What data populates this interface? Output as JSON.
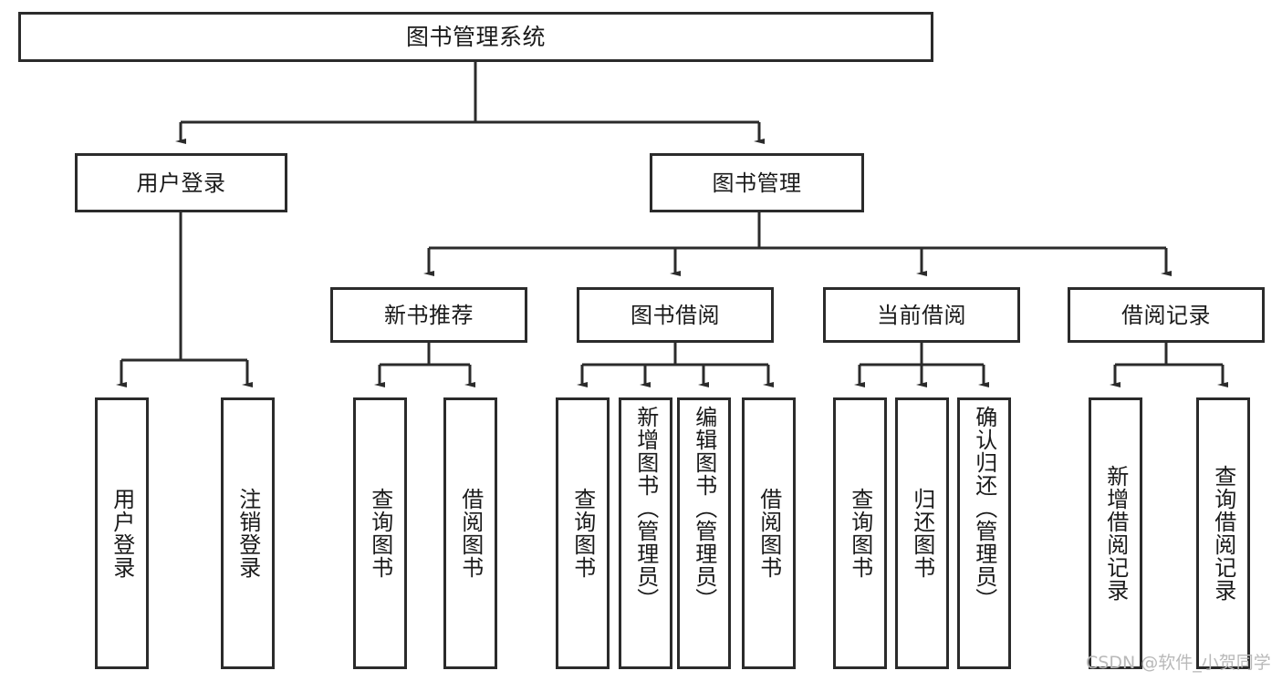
{
  "diagram": {
    "title": "图书管理系统",
    "type": "tree-hierarchy",
    "watermark": "CSDN @软件_小贺同学",
    "colors": {
      "stroke": "#2b2b2b",
      "fill": "#ffffff",
      "text": "#1a1a1a",
      "watermark": "#b9b9b9"
    },
    "root": {
      "label": "图书管理系统"
    },
    "level2": [
      {
        "label": "用户登录"
      },
      {
        "label": "图书管理"
      }
    ],
    "level3": [
      {
        "label": "新书推荐"
      },
      {
        "label": "图书借阅"
      },
      {
        "label": "当前借阅"
      },
      {
        "label": "借阅记录"
      }
    ],
    "leaves": {
      "user_login": [
        {
          "label": "用户登录"
        },
        {
          "label": "注销登录"
        }
      ],
      "new_book_recommend": [
        {
          "label": "查询图书"
        },
        {
          "label": "借阅图书"
        }
      ],
      "book_borrow": [
        {
          "label": "查询图书"
        },
        {
          "label": "新增图书（管理员）"
        },
        {
          "label": "编辑图书（管理员）"
        },
        {
          "label": "借阅图书"
        }
      ],
      "current_borrow": [
        {
          "label": "查询图书"
        },
        {
          "label": "归还图书"
        },
        {
          "label": "确认归还（管理员）"
        }
      ],
      "borrow_records": [
        {
          "label": "新增借阅记录"
        },
        {
          "label": "查询借阅记录"
        }
      ]
    }
  }
}
